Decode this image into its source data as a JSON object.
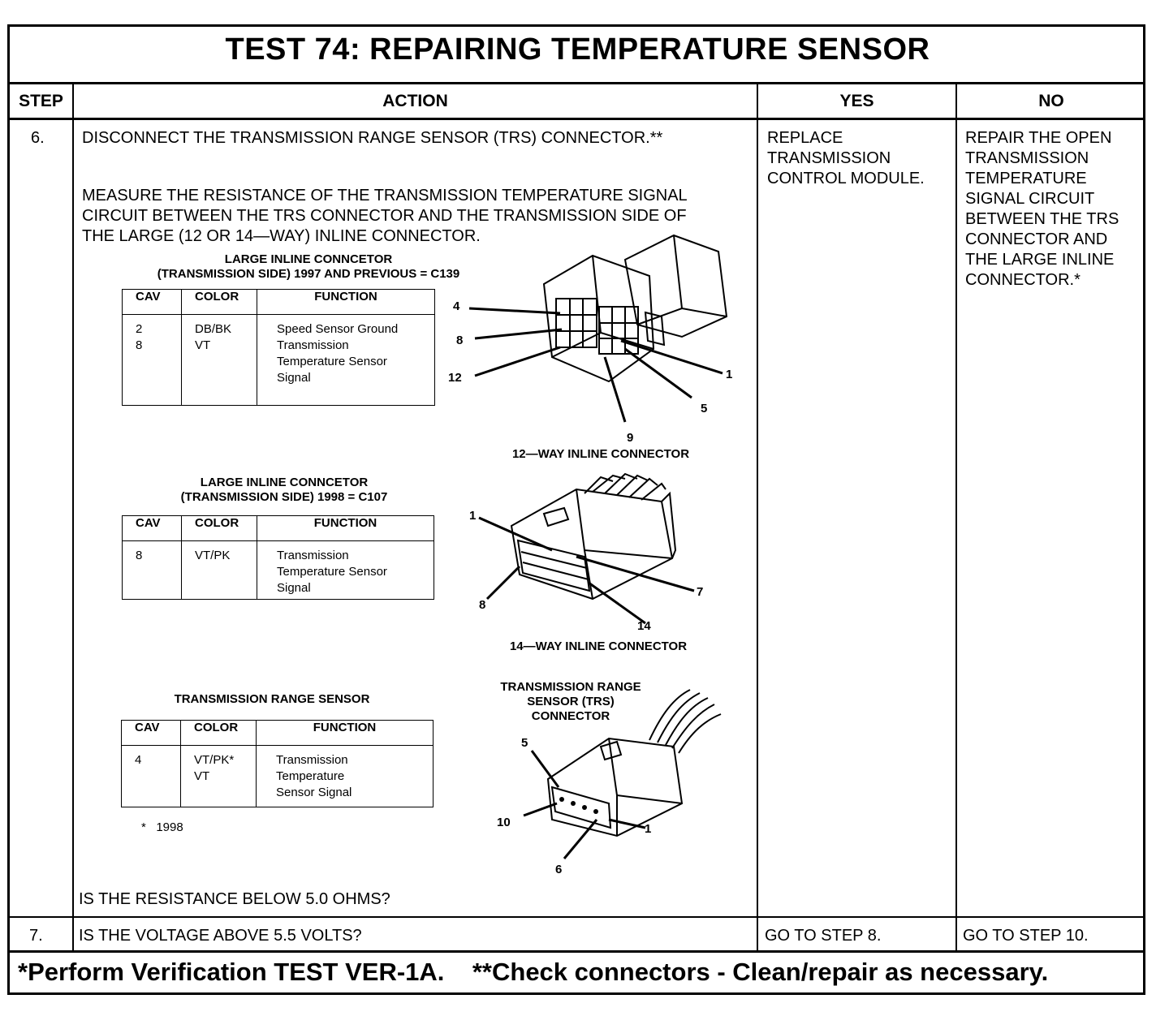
{
  "title": "TEST 74: REPAIRING TEMPERATURE SENSOR",
  "columns": {
    "step": "STEP",
    "action": "ACTION",
    "yes": "YES",
    "no": "NO"
  },
  "step6": {
    "number": "6.",
    "action_1": "DISCONNECT THE TRANSMISSION RANGE SENSOR (TRS) CONNECTOR.**",
    "action_2": "MEASURE THE RESISTANCE OF THE TRANSMISSION TEMPERATURE SIGNAL\nCIRCUIT BETWEEN THE TRS CONNECTOR  AND THE TRANSMISSION SIDE OF\nTHE LARGE (12 OR 14—WAY) INLINE CONNECTOR.",
    "question": "IS THE RESISTANCE BELOW 5.0 OHMS?",
    "yes": "REPLACE\nTRANSMISSION\nCONTROL MODULE.",
    "no": "REPAIR THE OPEN\nTRANSMISSION\nTEMPERATURE\nSIGNAL CIRCUIT\nBETWEEN THE TRS\nCONNECTOR AND\nTHE LARGE INLINE\nCONNECTOR.*"
  },
  "step7": {
    "number": "7.",
    "action": "IS THE VOLTAGE ABOVE 5.5 VOLTS?",
    "yes": "GO TO STEP 8.",
    "no": "GO TO STEP 10."
  },
  "table_headers": {
    "cav": "CAV",
    "color": "COLOR",
    "function": "FUNCTION"
  },
  "table1": {
    "caption": "LARGE INLINE CONNCETOR\n(TRANSMISSION SIDE) 1997 AND PREVIOUS = C139",
    "cav": "2\n8",
    "color": "DB/BK\nVT",
    "function": "Speed Sensor Ground\nTransmission\nTemperature Sensor\nSignal"
  },
  "table2": {
    "caption": "LARGE INLINE CONNCETOR\n(TRANSMISSION SIDE) 1998 = C107",
    "cav": "8",
    "color": "VT/PK",
    "function": "Transmission\nTemperature Sensor\nSignal"
  },
  "table3": {
    "caption": "TRANSMISSION RANGE SENSOR",
    "cav": "4",
    "color": "VT/PK*\nVT",
    "function": "Transmission\nTemperature\nSensor Signal",
    "note": "*   1998"
  },
  "diagram1": {
    "caption": "12—WAY INLINE CONNECTOR",
    "pins": {
      "p4": "4",
      "p8": "8",
      "p12": "12",
      "p1": "1",
      "p5": "5",
      "p9": "9"
    }
  },
  "diagram2": {
    "caption": "14—WAY INLINE CONNECTOR",
    "pins": {
      "p1": "1",
      "p8": "8",
      "p7": "7",
      "p14": "14"
    }
  },
  "diagram3": {
    "caption": "TRANSMISSION RANGE\nSENSOR (TRS)\nCONNECTOR",
    "pins": {
      "p5": "5",
      "p10": "10",
      "p1": "1",
      "p6": "6"
    }
  },
  "footer": "*Perform Verification TEST VER-1A.    **Check connectors - Clean/repair as necessary."
}
